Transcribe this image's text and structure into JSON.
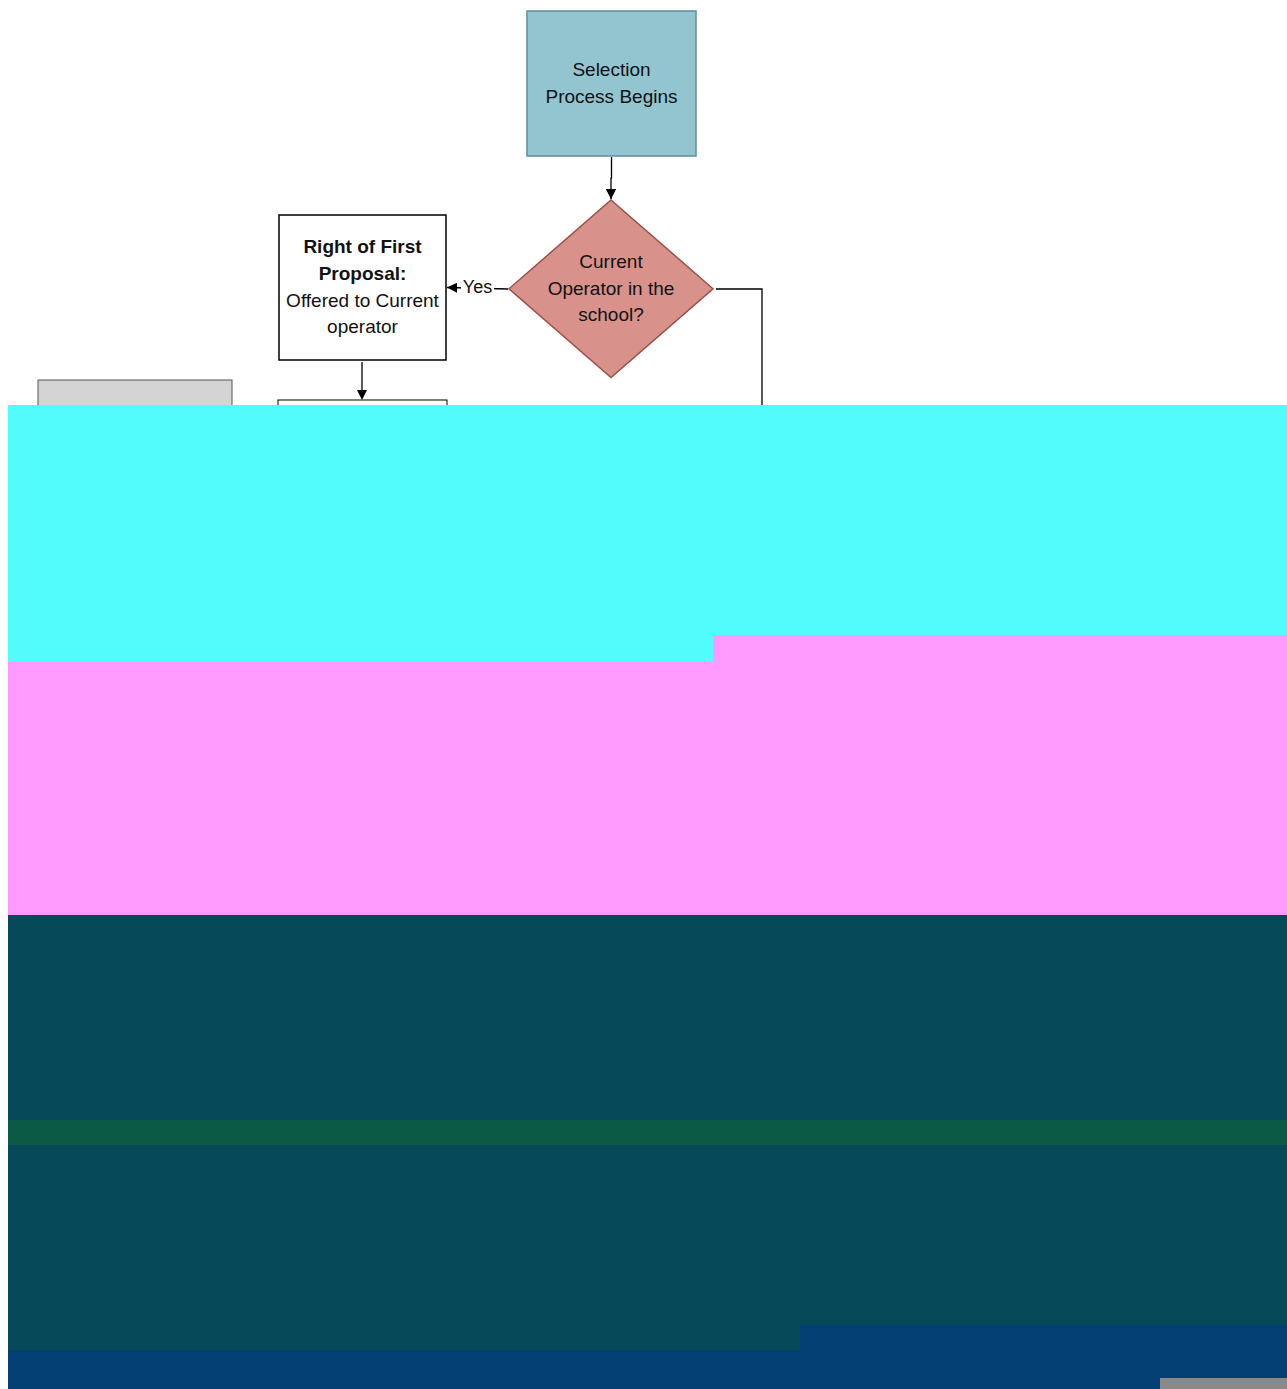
{
  "diagram": {
    "nodes": [
      {
        "text": [
          "Selection Process Begins"
        ]
      },
      {
        "text": [
          "Current Operator in the school?"
        ]
      },
      {
        "text": [
          "Right of First Proposal:",
          "Offered to Current operator"
        ]
      }
    ],
    "edges": [
      {
        "from": 0,
        "to": 1,
        "arrow": "to"
      },
      {
        "from": 1,
        "to": 2,
        "label": "Yes",
        "arrow": "to"
      }
    ]
  }
}
